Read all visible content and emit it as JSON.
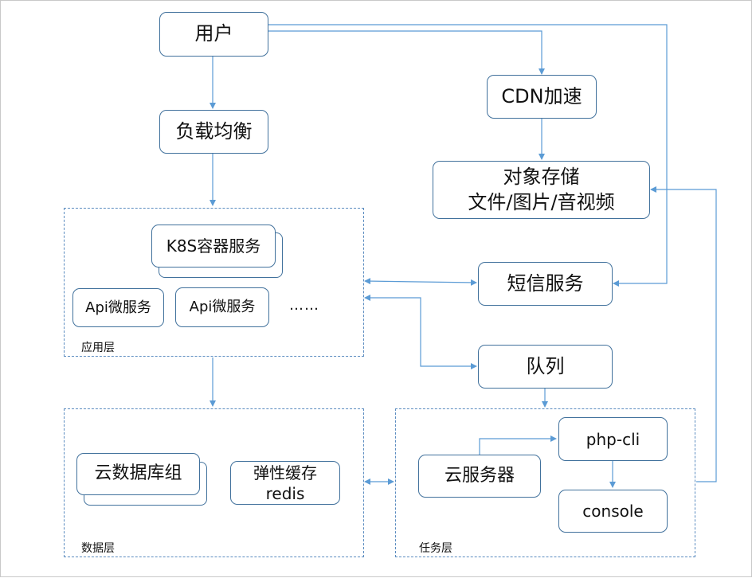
{
  "colors": {
    "line": "#5b9bd5",
    "border": "#41719c",
    "group_border": "#5b8cc0"
  },
  "nodes": {
    "user": "用户",
    "load_balancer": "负载均衡",
    "cdn": "CDN加速",
    "object_storage": {
      "line1": "对象存储",
      "line2": "文件/图片/音视频"
    },
    "sms": "短信服务",
    "queue": "队列",
    "k8s": "K8S容器服务",
    "api1": "Api微服务",
    "api2": "Api微服务",
    "ellipsis": "……",
    "db_group": "云数据库组",
    "cache": {
      "line1": "弹性缓存",
      "line2": "redis"
    },
    "cloud_server": "云服务器",
    "php_cli": "php-cli",
    "console": "console"
  },
  "groups": {
    "app_layer": "应用层",
    "data_layer": "数据层",
    "task_layer": "任务层"
  }
}
